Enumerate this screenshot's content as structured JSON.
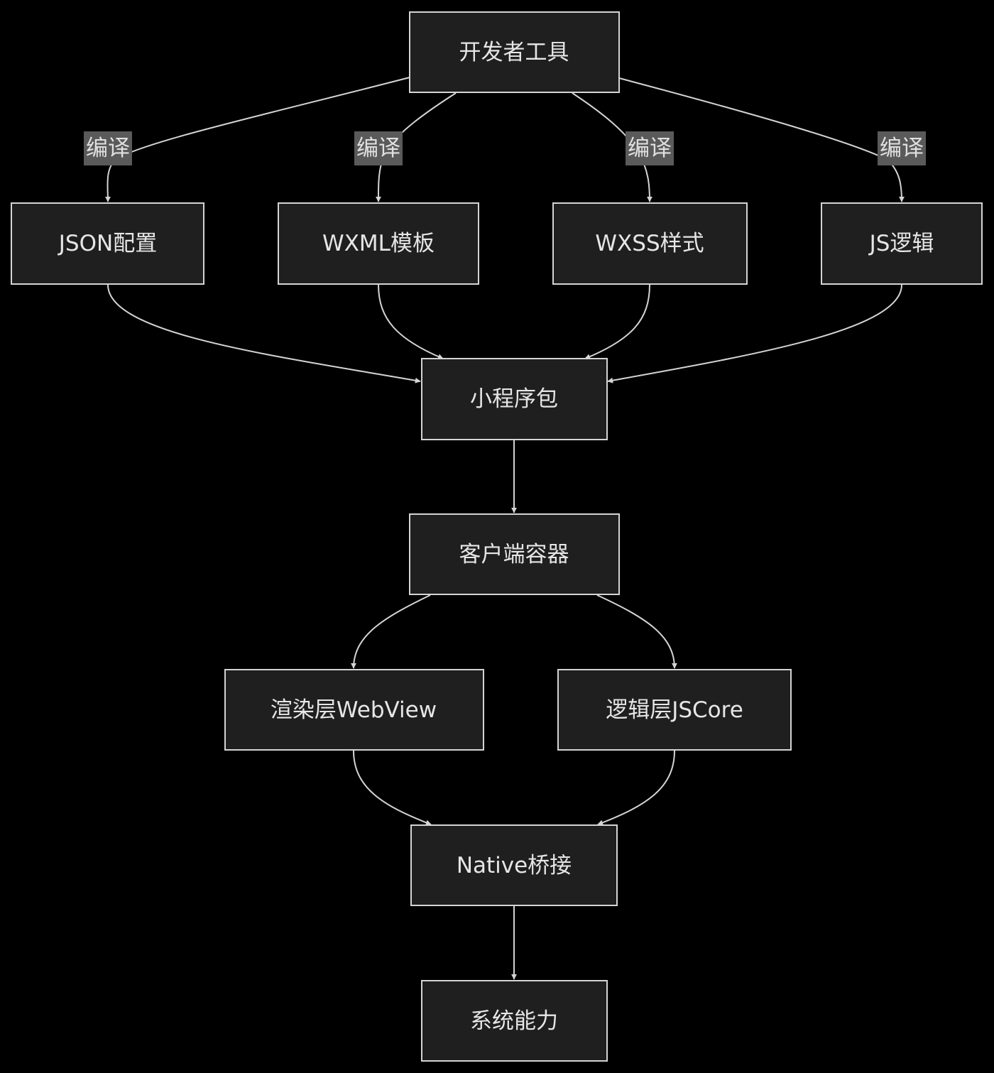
{
  "colors": {
    "background": "#000000",
    "node_fill": "#1f1f1f",
    "node_stroke": "#d4d4d4",
    "text": "#e6e6e6",
    "edge": "#d4d4d4",
    "edge_label_bg": "#5a5a5a"
  },
  "nodes": {
    "devtools": "开发者工具",
    "json": "JSON配置",
    "wxml": "WXML模板",
    "wxss": "WXSS样式",
    "js": "JS逻辑",
    "package": "小程序包",
    "container": "客户端容器",
    "render": "渲染层WebView",
    "logic": "逻辑层JSCore",
    "bridge": "Native桥接",
    "system": "系统能力"
  },
  "edges": [
    {
      "from": "devtools",
      "to": "json",
      "label": "编译"
    },
    {
      "from": "devtools",
      "to": "wxml",
      "label": "编译"
    },
    {
      "from": "devtools",
      "to": "wxss",
      "label": "编译"
    },
    {
      "from": "devtools",
      "to": "js",
      "label": "编译"
    },
    {
      "from": "json",
      "to": "package"
    },
    {
      "from": "wxml",
      "to": "package"
    },
    {
      "from": "wxss",
      "to": "package"
    },
    {
      "from": "js",
      "to": "package"
    },
    {
      "from": "package",
      "to": "container"
    },
    {
      "from": "container",
      "to": "render"
    },
    {
      "from": "container",
      "to": "logic"
    },
    {
      "from": "render",
      "to": "bridge"
    },
    {
      "from": "logic",
      "to": "bridge"
    },
    {
      "from": "bridge",
      "to": "system"
    }
  ]
}
